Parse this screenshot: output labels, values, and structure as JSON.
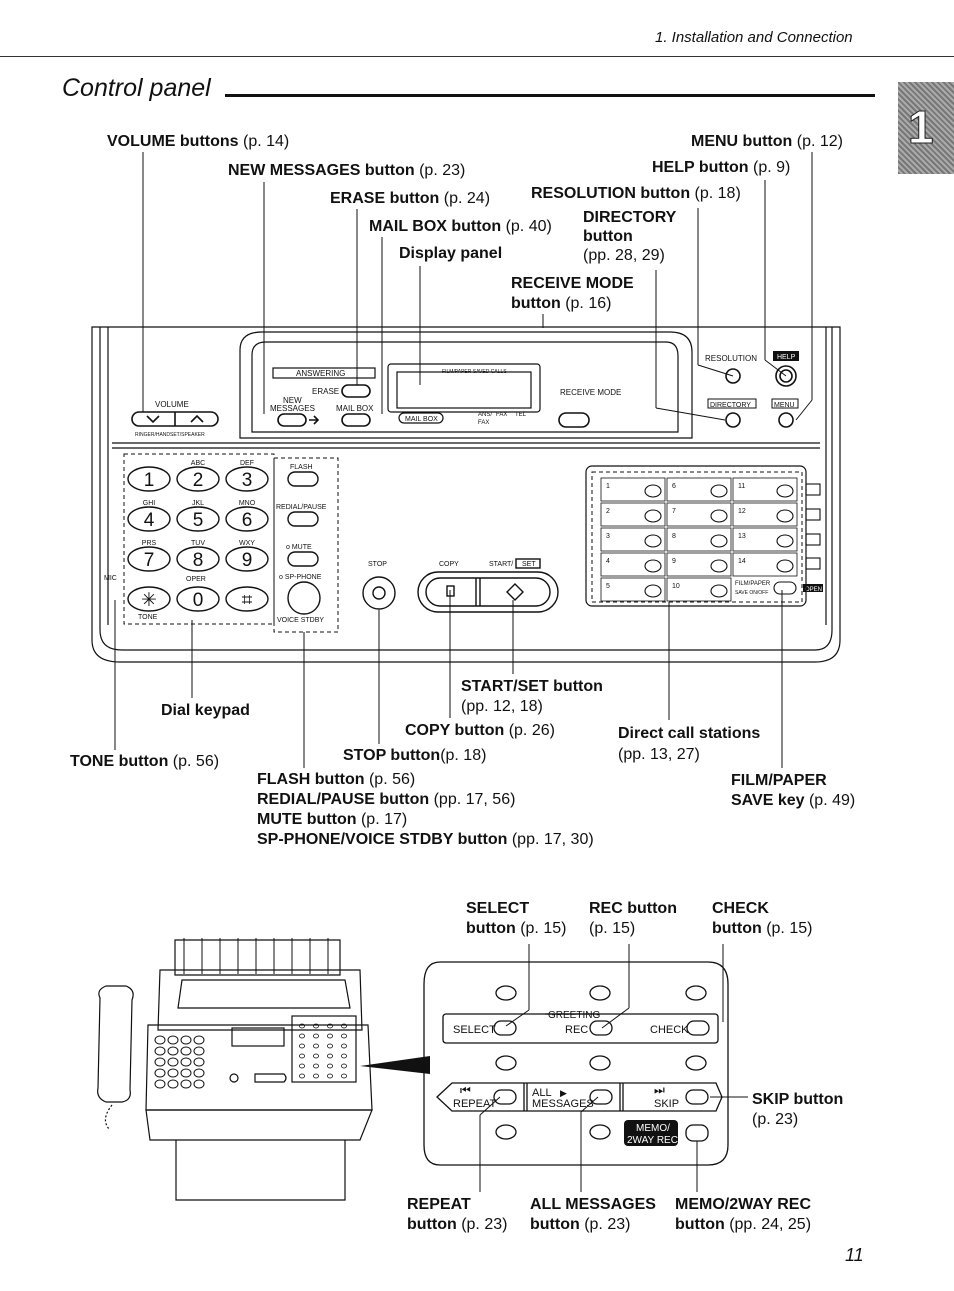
{
  "header": {
    "section": "1. Installation and Connection"
  },
  "section_title": "Control panel",
  "tab_number": "1",
  "page_number": "11",
  "callouts": {
    "volume": {
      "name": "VOLUME buttons",
      "ref": " (p. 14)"
    },
    "new_messages": {
      "name": "NEW MESSAGES button",
      "ref": " (p. 23)"
    },
    "erase": {
      "name": "ERASE button",
      "ref": " (p. 24)"
    },
    "mail_box": {
      "name": "MAIL BOX button",
      "ref": " (p. 40)"
    },
    "display_panel": {
      "name": "Display panel"
    },
    "menu": {
      "name": "MENU button",
      "ref": " (p. 12)"
    },
    "help": {
      "name": "HELP button",
      "ref": " (p. 9)"
    },
    "resolution": {
      "name": "RESOLUTION button",
      "ref": " (p. 18)"
    },
    "directory": {
      "name1": "DIRECTORY",
      "name2": "button",
      "ref": "(pp. 28, 29)"
    },
    "receive_mode": {
      "name1": "RECEIVE MODE",
      "name2": "button",
      "ref": " (p. 16)"
    },
    "dial_keypad": {
      "name": "Dial keypad"
    },
    "tone": {
      "name": "TONE button",
      "ref": " (p. 56)"
    },
    "start_set": {
      "name": "START/SET button",
      "ref": "(pp. 12, 18)"
    },
    "copy": {
      "name": "COPY button",
      "ref": " (p. 26)"
    },
    "stop": {
      "name": "STOP button",
      "ref": "(p. 18)"
    },
    "direct_call": {
      "name": "Direct call stations",
      "ref": "(pp. 13, 27)"
    },
    "flash": {
      "name": "FLASH button",
      "ref": " (p. 56)"
    },
    "redial_pause": {
      "name": "REDIAL/PAUSE button",
      "ref": " (pp. 17, 56)"
    },
    "mute": {
      "name": "MUTE button",
      "ref": " (p. 17)"
    },
    "spphone": {
      "name": "SP-PHONE/VOICE STDBY button",
      "ref": " (pp. 17, 30)"
    },
    "film_paper": {
      "name1": "FILM/PAPER",
      "name2": "SAVE key",
      "ref": " (p. 49)"
    },
    "select": {
      "name1": "SELECT",
      "name2": "button",
      "ref": " (p. 15)"
    },
    "rec": {
      "name1": "REC button",
      "ref": "(p. 15)"
    },
    "check": {
      "name1": "CHECK",
      "name2": "button",
      "ref": " (p. 15)"
    },
    "skip": {
      "name": "SKIP button",
      "ref": "(p. 23)"
    },
    "repeat": {
      "name1": "REPEAT",
      "name2": "button",
      "ref": " (p. 23)"
    },
    "all_messages": {
      "name1": "ALL MESSAGES",
      "name2": "button",
      "ref": " (p. 23)"
    },
    "memo": {
      "name1": "MEMO/2WAY REC",
      "name2": "button",
      "ref": " (pp. 24, 25)"
    }
  },
  "panel": {
    "answering": "ANSWERING",
    "erase": "ERASE",
    "new": "NEW",
    "messages": "MESSAGES",
    "mail_box": "MAIL BOX",
    "mail_box_btn": "MAIL BOX",
    "display_header": "FILM/PAPER SAVED   CALLS",
    "ans_fax": "ANS/",
    "fax": "FAX",
    "tel": "TEL",
    "fax2": "FAX",
    "receive_mode": "RECEIVE MODE",
    "resolution": "RESOLUTION",
    "help": "HELP",
    "directory": "DIRECTORY",
    "menu": "MENU",
    "volume": "VOLUME",
    "ringer": "RINGER/HANDSET/SPEAKER",
    "flash": "FLASH",
    "redial": "REDIAL/PAUSE",
    "mute": "o MUTE",
    "spphone": "o SP-PHONE",
    "voice_stdby": "VOICE STDBY",
    "tone": "TONE",
    "oper": "OPER",
    "mic": "MIC",
    "stop": "STOP",
    "copy": "COPY",
    "start": "START/",
    "set": "SET",
    "film_paper": "FILM/PAPER",
    "save": "SAVE ON/OFF",
    "open": "OPEN",
    "keys": [
      {
        "d": "1",
        "l": ""
      },
      {
        "d": "2",
        "l": "ABC"
      },
      {
        "d": "3",
        "l": "DEF"
      },
      {
        "d": "4",
        "l": "GHI"
      },
      {
        "d": "5",
        "l": "JKL"
      },
      {
        "d": "6",
        "l": "MNO"
      },
      {
        "d": "7",
        "l": "PRS"
      },
      {
        "d": "8",
        "l": "TUV"
      },
      {
        "d": "9",
        "l": "WXY"
      },
      {
        "d": "✳",
        "l": ""
      },
      {
        "d": "0",
        "l": ""
      },
      {
        "d": "⌗",
        "l": ""
      }
    ],
    "stations": [
      "1",
      "6",
      "11",
      "2",
      "7",
      "12",
      "3",
      "8",
      "13",
      "4",
      "9",
      "14",
      "5",
      "10"
    ]
  },
  "tam": {
    "greeting": "GREETING",
    "select": "SELECT",
    "rec": "REC",
    "check": "CHECK",
    "repeat_icon": "⏮",
    "repeat": "REPEAT",
    "all": "ALL",
    "messages": "MESSAGES",
    "skip_icon": "⏭",
    "skip": "SKIP",
    "memo1": "MEMO/",
    "memo2": "2WAY REC"
  }
}
